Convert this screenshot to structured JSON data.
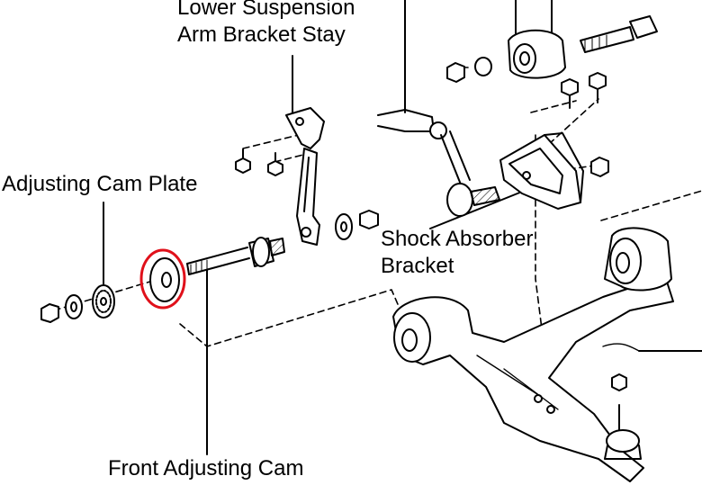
{
  "labels": {
    "lower_suspension_arm_bracket_stay_line1": "Lower Suspension",
    "lower_suspension_arm_bracket_stay_line2": "Arm Bracket Stay",
    "adjusting_cam_plate": "Adjusting Cam Plate",
    "shock_absorber_bracket_line1": "Shock Absorber",
    "shock_absorber_bracket_line2": "Bracket",
    "front_adjusting_cam": "Front Adjusting Cam"
  },
  "colors": {
    "line": "#000000",
    "background": "#ffffff",
    "highlight_circle": "#e0101a"
  }
}
